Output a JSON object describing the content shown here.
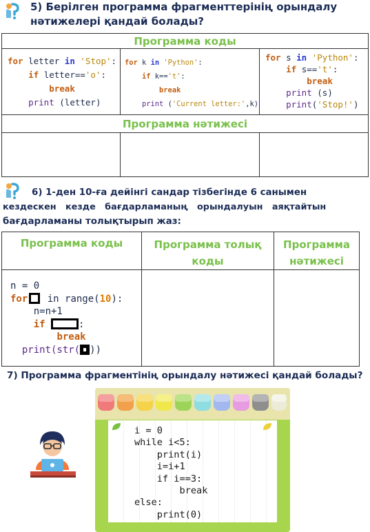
{
  "q5": {
    "title_line1": "5) Берілген программа фрагменттерінің орындалу",
    "title_line2": "нәтижелері қандай болады?",
    "header_code": "Программа коды",
    "header_result": "Программа нәтижесі",
    "code1": [
      "for letter in 'Stop':",
      "    if letter=='o':",
      "        break",
      "    print (letter)"
    ],
    "code2": [
      "for k in 'Python':",
      "    if k=='t':",
      "        break",
      "    print ('Current letter:',k)"
    ],
    "code3": [
      "for s in 'Python':",
      "    if s=='t':",
      "        break",
      "    print (s)",
      "    print('Stop!')"
    ]
  },
  "q6": {
    "title_line1": "6) 1-ден 10-ға дейінгі сандар тізбегінде 6 санымен",
    "title_line2": "кездескен   кезде   бағдарламаның   орындалуын   аяқтайтын",
    "title_line3": "бағдарламаны толықтырып жаз:",
    "header_code": "Программа коды",
    "header_full_line1": "Программа толық",
    "header_full_line2": "коды",
    "header_result_line1": "Программа",
    "header_result_line2": "нәтижесі",
    "code": {
      "l1": "n = 0",
      "l2a": "for",
      "l2b": " in range(",
      "l2num": "10",
      "l2c": "):",
      "l3": "n=n+1",
      "l4a": "if",
      "l4b": ":",
      "l5": "break",
      "l6a": "print(str(",
      "l6b": "))"
    }
  },
  "q7": {
    "title": "7) Программа фрагментінің орындалу нәтижесі қандай болады?",
    "code": {
      "l1": "i = 0",
      "l2": "while i<5:",
      "l3": "print(i)",
      "l4": "i=i+1",
      "l5": "if i==3:",
      "l6": "break",
      "l7": "else:",
      "l8": "print(0)"
    }
  },
  "colors": {
    "accent_green": "#79c04a",
    "title_navy": "#1b2c55",
    "board_frame": "#a7d54d",
    "keyword_orange": "#c35d10"
  }
}
